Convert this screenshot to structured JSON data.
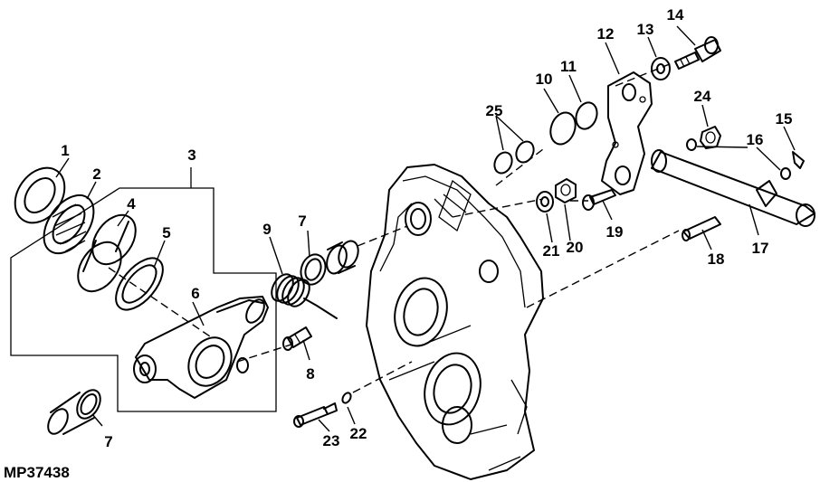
{
  "figure_id": "MP37438",
  "callouts": {
    "c1": "1",
    "c2": "2",
    "c3": "3",
    "c4": "4",
    "c5": "5",
    "c6": "6",
    "c7a": "7",
    "c7b": "7",
    "c8": "8",
    "c9": "9",
    "c10": "10",
    "c11": "11",
    "c12": "12",
    "c13": "13",
    "c14": "14",
    "c15": "15",
    "c16": "16",
    "c17": "17",
    "c18": "18",
    "c19": "19",
    "c20": "20",
    "c21": "21",
    "c22": "22",
    "c23": "23",
    "c24": "24",
    "c25": "25"
  }
}
